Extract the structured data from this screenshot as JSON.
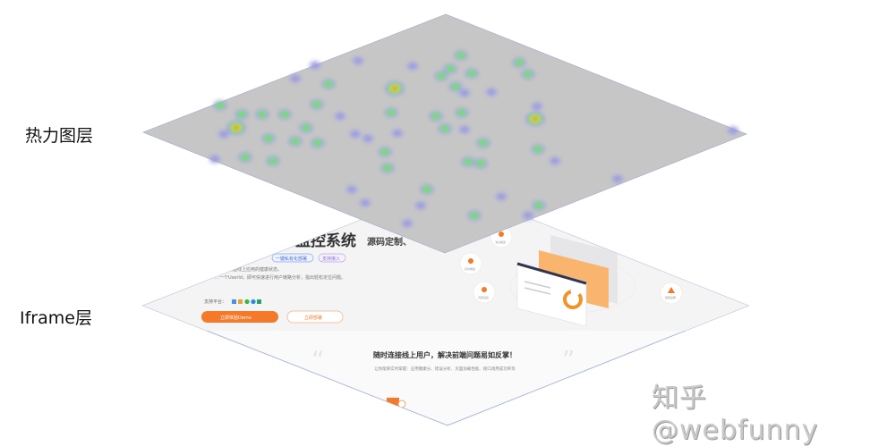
{
  "layers": {
    "heatmap_label": "热力图层",
    "iframe_label": "Iframe层"
  },
  "iframe_page": {
    "title": "监控系统",
    "subtitle": "源码定制、",
    "tags": [
      "一键私有化部署",
      "支持接入"
    ],
    "desc_lines": [
      "…实时掌握线上应用的健康状态。",
      "…一个UserId，即可快速进行用户链路分析，指出轻松定位问题。"
    ],
    "platform_label": "支持平台：",
    "primary_button": "立即体验Demo",
    "secondary_button": "立即部署",
    "slogan": "随时连接线上用户，解决前端问题易如反掌！",
    "slogan_sub": "让你能够实时掌握：应用健康分、错误分析、页面加载性能、接口调用成功率等",
    "feature_bubbles": [
      "消息推送",
      "实时看板",
      "问题追踪",
      "报警提醒"
    ]
  },
  "watermark": "知乎 @webfunny",
  "colors": {
    "heatmap_bg": "#c6c6c6",
    "accent": "#f47a2a",
    "heat_low": "#8f8fe0",
    "heat_mid": "#7fe070",
    "heat_high": "#e02020"
  }
}
